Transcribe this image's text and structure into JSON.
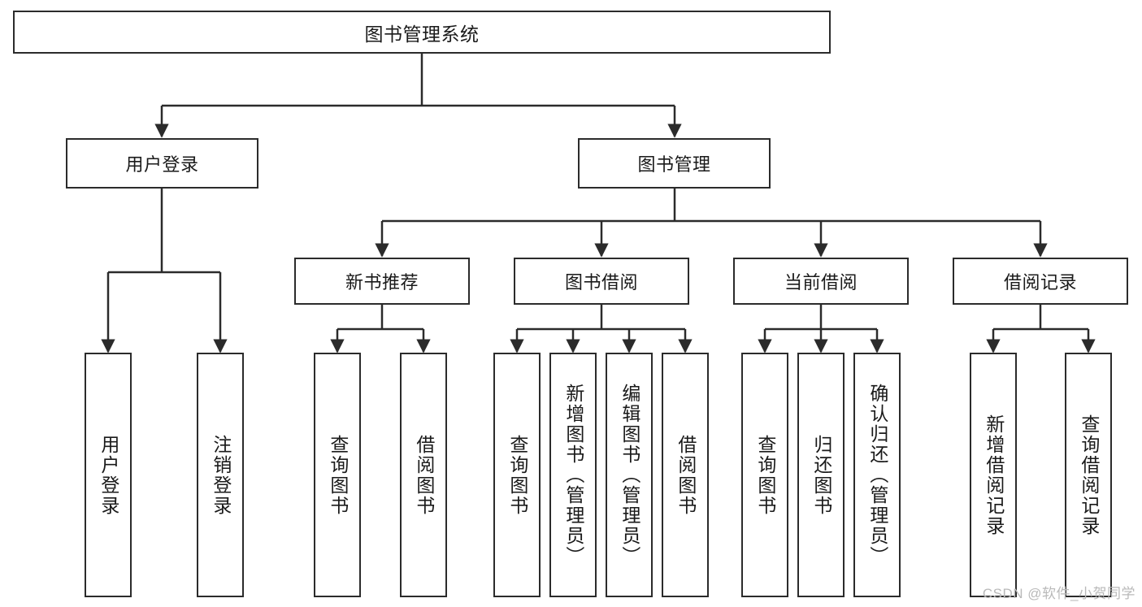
{
  "diagram": {
    "title": "图书管理系统",
    "type": "tree",
    "watermark": "CSDN @软件_小贺同学",
    "levels": {
      "root": "图书管理系统",
      "level2": [
        "用户登录",
        "图书管理"
      ],
      "level3": [
        "新书推荐",
        "图书借阅",
        "当前借阅",
        "借阅记录"
      ]
    },
    "nodes": {
      "root": {
        "label": "图书管理系统"
      },
      "user_login": {
        "label": "用户登录"
      },
      "book_manage": {
        "label": "图书管理"
      },
      "new_book_rec": {
        "label": "新书推荐"
      },
      "book_borrow": {
        "label": "图书借阅"
      },
      "current_borrow": {
        "label": "当前借阅"
      },
      "borrow_record": {
        "label": "借阅记录"
      },
      "leaf_user_login": {
        "label": "用户登录"
      },
      "leaf_logout": {
        "label": "注销登录"
      },
      "leaf_query_book_1": {
        "label": "查询图书"
      },
      "leaf_borrow_book_1": {
        "label": "借阅图书"
      },
      "leaf_query_book_2": {
        "label": "查询图书"
      },
      "leaf_add_book": {
        "label": "新增图书（管理员）"
      },
      "leaf_edit_book": {
        "label": "编辑图书（管理员）"
      },
      "leaf_borrow_book_2": {
        "label": "借阅图书"
      },
      "leaf_query_book_3": {
        "label": "查询图书"
      },
      "leaf_return_book": {
        "label": "归还图书"
      },
      "leaf_confirm_return": {
        "label": "确认归还（管理员）"
      },
      "leaf_add_record": {
        "label": "新增借阅记录"
      },
      "leaf_query_record": {
        "label": "查询借阅记录"
      }
    },
    "edges": [
      {
        "from": "root",
        "to": "user_login"
      },
      {
        "from": "root",
        "to": "book_manage"
      },
      {
        "from": "user_login",
        "to": "leaf_user_login"
      },
      {
        "from": "user_login",
        "to": "leaf_logout"
      },
      {
        "from": "book_manage",
        "to": "new_book_rec"
      },
      {
        "from": "book_manage",
        "to": "book_borrow"
      },
      {
        "from": "book_manage",
        "to": "current_borrow"
      },
      {
        "from": "book_manage",
        "to": "borrow_record"
      },
      {
        "from": "new_book_rec",
        "to": "leaf_query_book_1"
      },
      {
        "from": "new_book_rec",
        "to": "leaf_borrow_book_1"
      },
      {
        "from": "book_borrow",
        "to": "leaf_query_book_2"
      },
      {
        "from": "book_borrow",
        "to": "leaf_add_book"
      },
      {
        "from": "book_borrow",
        "to": "leaf_edit_book"
      },
      {
        "from": "book_borrow",
        "to": "leaf_borrow_book_2"
      },
      {
        "from": "current_borrow",
        "to": "leaf_query_book_3"
      },
      {
        "from": "current_borrow",
        "to": "leaf_return_book"
      },
      {
        "from": "current_borrow",
        "to": "leaf_confirm_return"
      },
      {
        "from": "borrow_record",
        "to": "leaf_add_record"
      },
      {
        "from": "borrow_record",
        "to": "leaf_query_record"
      }
    ],
    "colors": {
      "border": "#2b2b2b",
      "text": "#1a1a1a",
      "background": "#ffffff",
      "watermark": "#b9b9b9"
    }
  }
}
